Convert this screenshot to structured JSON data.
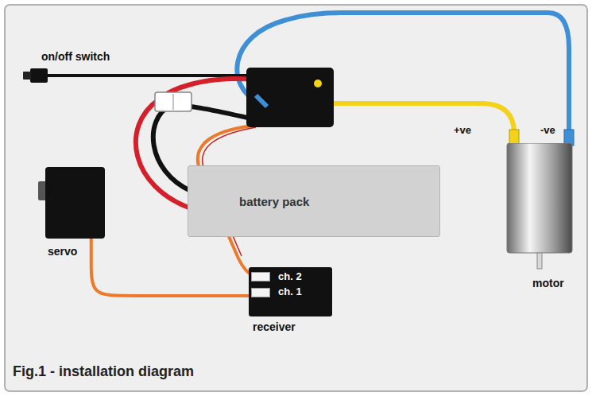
{
  "diagram": {
    "caption": "Fig.1 - installation diagram",
    "nodes": [
      {
        "text": [
          "battery pack"
        ]
      },
      {
        "text": [
          "servo"
        ]
      },
      {
        "text": [
          "ch. 2",
          "ch. 1",
          "receiver"
        ]
      },
      {
        "text": [
          "motor"
        ]
      }
    ],
    "edges": [
      {
        "from": 1,
        "to": 2,
        "arrow": "none"
      }
    ],
    "labels": [
      "on/off switch",
      "+ve",
      "-ve"
    ]
  }
}
